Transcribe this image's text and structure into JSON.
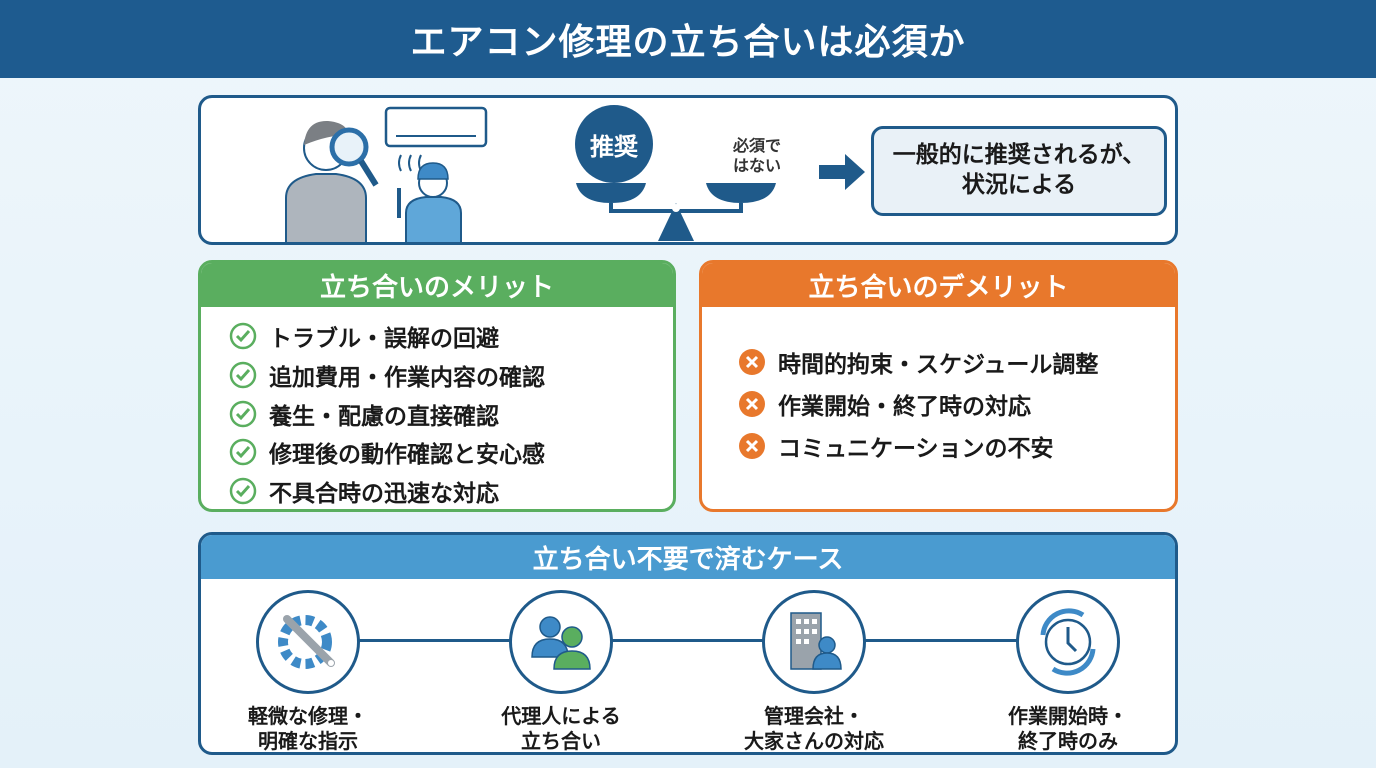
{
  "title": "エアコン修理の立ち合いは必須か",
  "top": {
    "recommend": "推奨",
    "not_required": [
      "必須で",
      "はない"
    ],
    "conclusion": [
      "一般的に推奨されるが、",
      "状況による"
    ]
  },
  "merit": {
    "title": "立ち合いのメリット",
    "items": [
      "トラブル・誤解の回避",
      "追加費用・作業内容の確認",
      "養生・配慮の直接確認",
      "修理後の動作確認と安心感",
      "不具合時の迅速な対応"
    ]
  },
  "demerit": {
    "title": "立ち合いのデメリット",
    "items": [
      "時間的拘束・スケジュール調整",
      "作業開始・終了時の対応",
      "コミュニケーションの不安"
    ]
  },
  "cases": {
    "title": "立ち合い不要で済むケース",
    "items": [
      {
        "icon": "wrench-gear-icon",
        "lines": [
          "軽微な修理・",
          "明確な指示"
        ]
      },
      {
        "icon": "people-icon",
        "lines": [
          "代理人による",
          "立ち合い"
        ]
      },
      {
        "icon": "building-person-icon",
        "lines": [
          "管理会社・",
          "大家さんの対応"
        ]
      },
      {
        "icon": "clock-cycle-icon",
        "lines": [
          "作業開始時・",
          "終了時のみ"
        ]
      }
    ]
  },
  "colors": {
    "primary": "#1e5b8f",
    "green": "#5aae5f",
    "orange": "#e8782c",
    "light_blue": "#4a9bd0"
  }
}
